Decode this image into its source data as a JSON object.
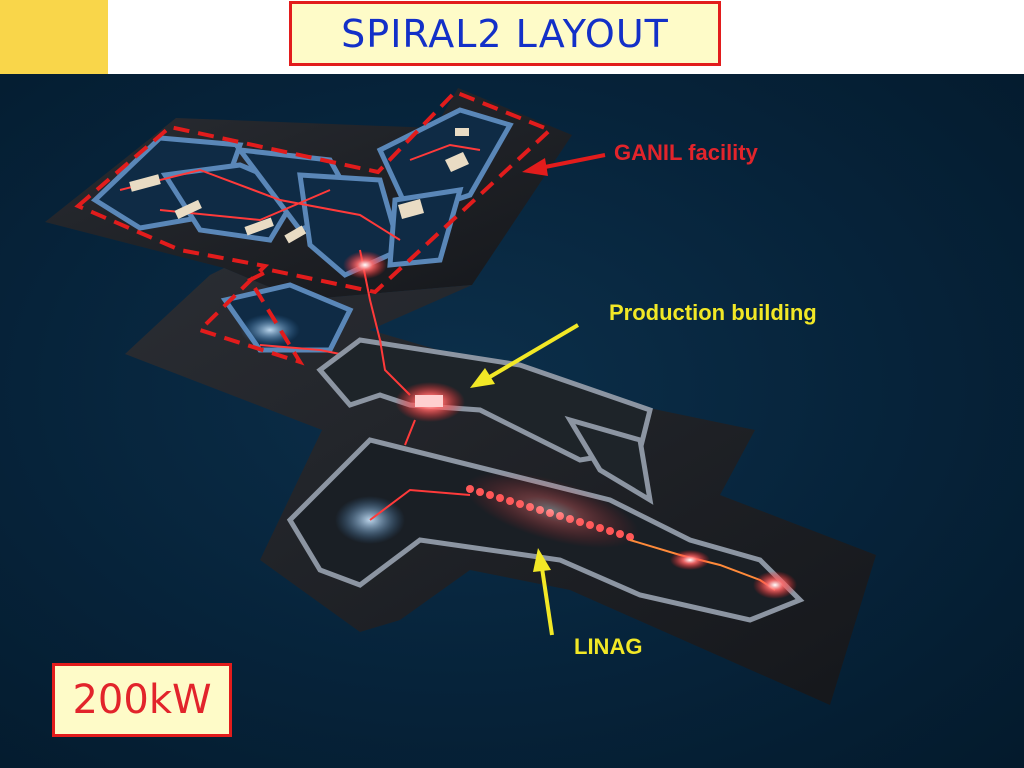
{
  "slide": {
    "title": "SPIRAL2 LAYOUT",
    "power_label": "200kW",
    "colors": {
      "accent_yellow": "#f9d64a",
      "box_fill": "#fefbc8",
      "box_border": "#e21c1c",
      "title_text": "#1330c8",
      "annotation_red": "#e2242b",
      "annotation_yellow": "#f2e826",
      "background": "#06233a"
    }
  },
  "annotations": {
    "ganil": "GANIL facility",
    "production": "Production building",
    "linag": "LINAG"
  }
}
